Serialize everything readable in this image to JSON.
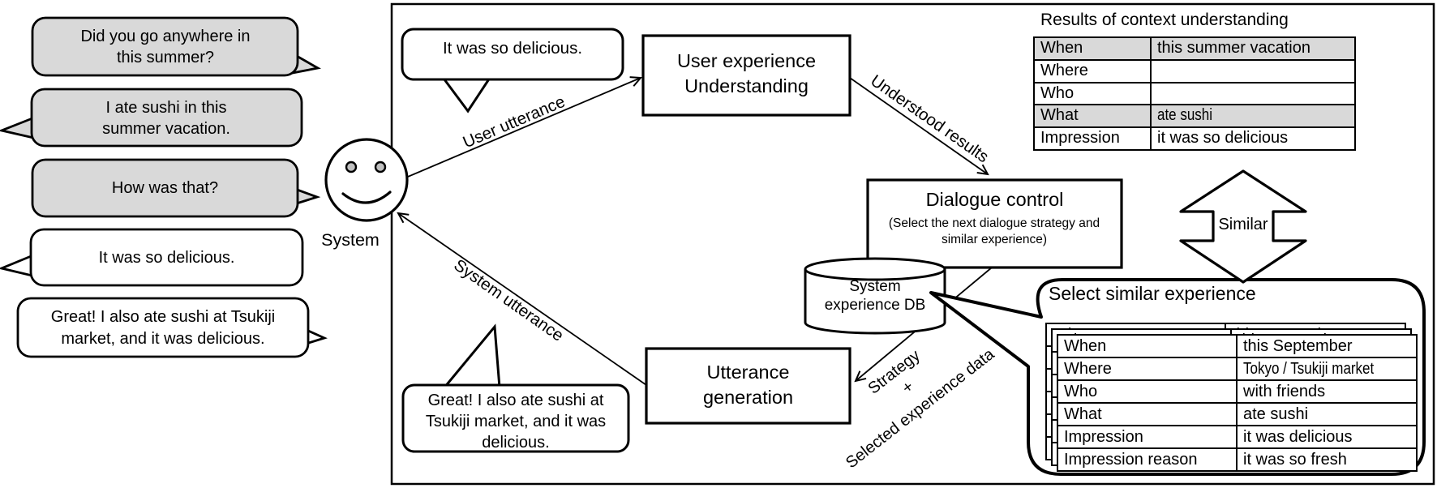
{
  "conversation": {
    "system_label": "System",
    "bubbles": [
      {
        "text": "Did you go anywhere in this summer?"
      },
      {
        "text": "I ate sushi in this summer vacation."
      },
      {
        "text": "How was that?"
      },
      {
        "text": "It was so delicious."
      },
      {
        "text": "Great! I also ate sushi at Tsukiji market, and it was delicious."
      }
    ]
  },
  "flow": {
    "user_bubble": "It was so delicious.",
    "system_bubble": "Great! I also ate sushi at Tsukiji market, and it was delicious.",
    "understanding_box": {
      "line1": "User experience",
      "line2": "Understanding"
    },
    "dialogue_control_box": {
      "title": "Dialogue control",
      "subtitle": "(Select the next dialogue strategy and similar experience)"
    },
    "utterance_box": {
      "line1": "Utterance",
      "line2": "generation"
    },
    "db": {
      "line1": "System",
      "line2": "experience DB"
    },
    "labels": {
      "user_utterance": "User utterance",
      "understood_results": "Understood results",
      "system_utterance": "System utterance",
      "strategy": "Strategy",
      "plus": "+",
      "selected_experience_data": "Selected experience data",
      "similar": "Similar"
    }
  },
  "context_table": {
    "title": "Results of context understanding",
    "rows": [
      {
        "label": "When",
        "value": "this summer vacation"
      },
      {
        "label": "Where",
        "value": ""
      },
      {
        "label": "Who",
        "value": ""
      },
      {
        "label": "What",
        "value": "ate sushi"
      },
      {
        "label": "Impression",
        "value": "it was so delicious"
      }
    ]
  },
  "similar_box": {
    "title": "Select similar experience",
    "rows": [
      {
        "label": "When",
        "value": "this September"
      },
      {
        "label": "Where",
        "value": "Tokyo / Tsukiji market"
      },
      {
        "label": "Who",
        "value": "with friends"
      },
      {
        "label": "What",
        "value": "ate sushi"
      },
      {
        "label": "Impression",
        "value": "it was delicious"
      },
      {
        "label": "Impression reason",
        "value": "it was so fresh"
      }
    ]
  },
  "colors": {
    "bubble_gray": "#d9d9d9",
    "row_shade": "#d9d9d9",
    "stroke": "#000000",
    "white": "#ffffff"
  }
}
